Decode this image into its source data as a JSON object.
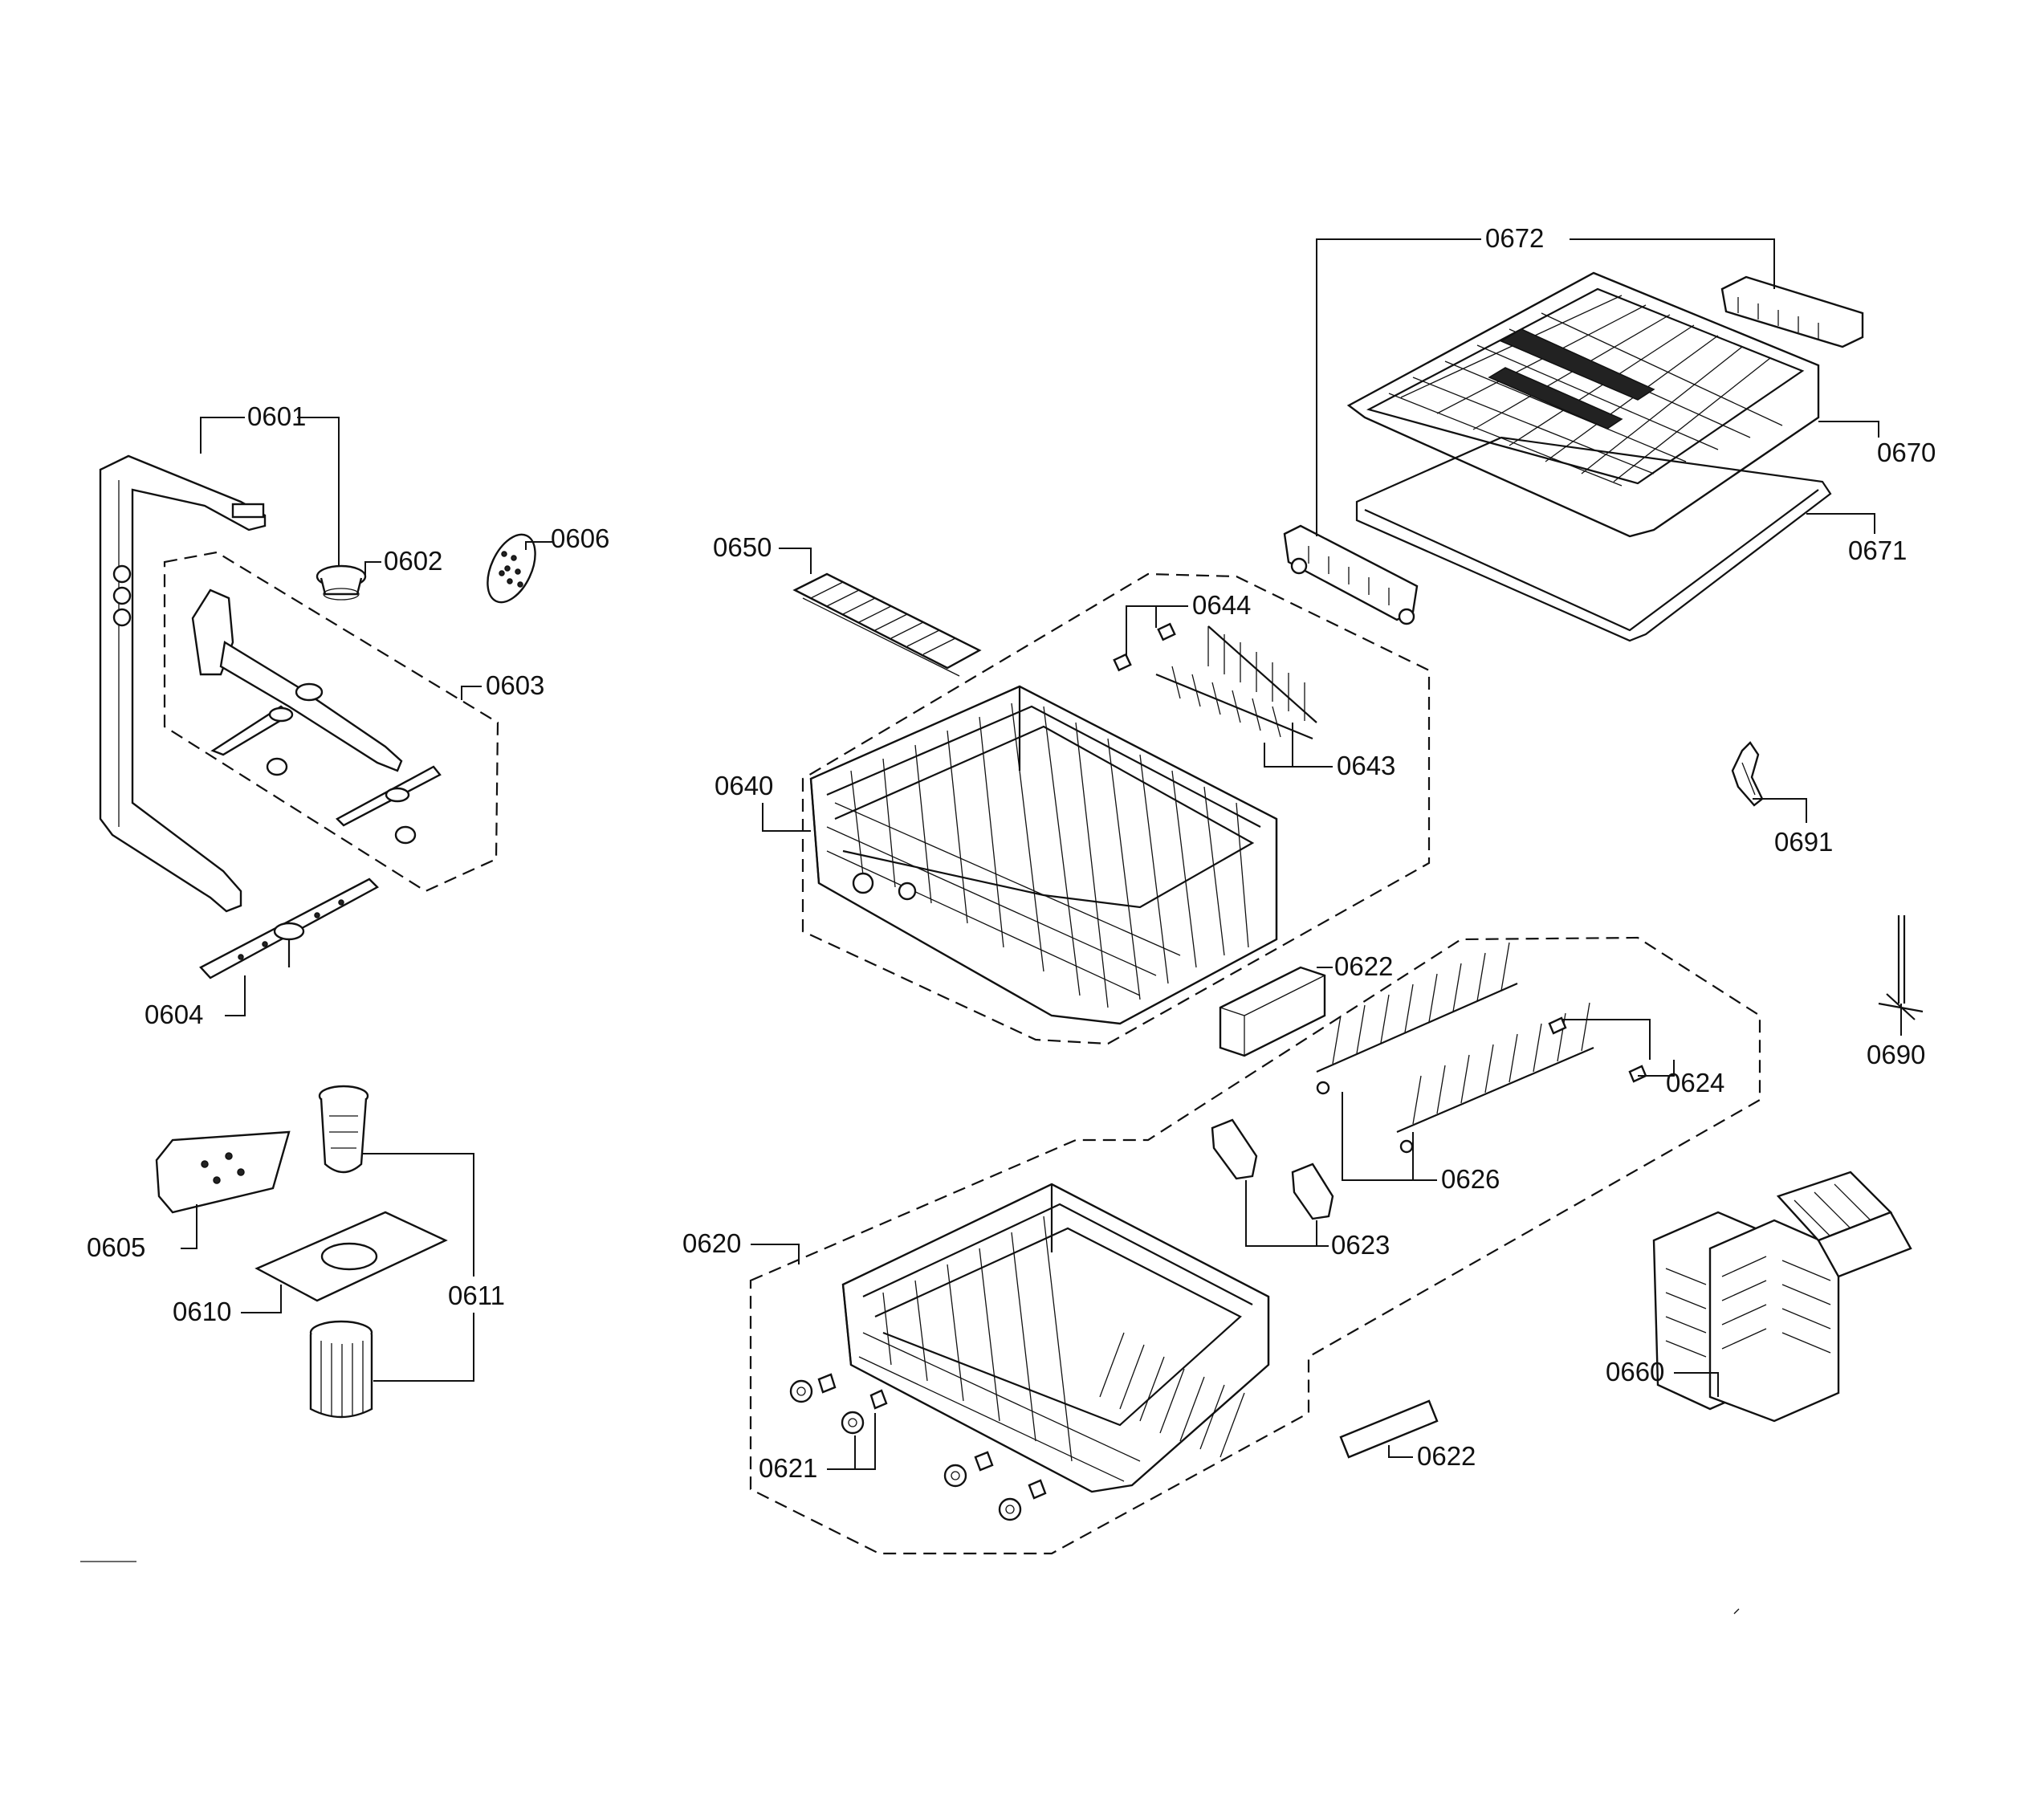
{
  "callouts": {
    "c0601": "0601",
    "c0602": "0602",
    "c0603": "0603",
    "c0604": "0604",
    "c0605": "0605",
    "c0606": "0606",
    "c0610": "0610",
    "c0611": "0611",
    "c0620": "0620",
    "c0621": "0621",
    "c0622a": "0622",
    "c0622b": "0622",
    "c0623": "0623",
    "c0624": "0624",
    "c0626": "0626",
    "c0640": "0640",
    "c0643": "0643",
    "c0644": "0644",
    "c0650": "0650",
    "c0660": "0660",
    "c0670": "0670",
    "c0671": "0671",
    "c0672": "0672",
    "c0690": "0690",
    "c0691": "0691"
  }
}
